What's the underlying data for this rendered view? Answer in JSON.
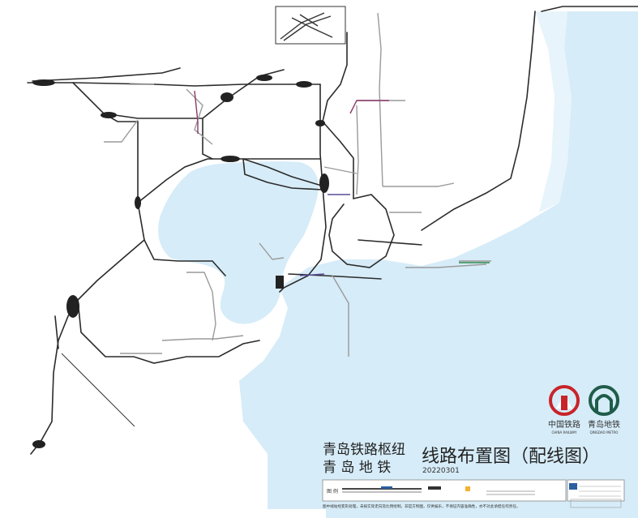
{
  "title": {
    "line1": "青岛铁路枢纽",
    "line2": "青 岛 地 铁",
    "main": "线路布置图（配线图）",
    "date": "20220301"
  },
  "logos": {
    "railway_cn": "中国铁路",
    "railway_en": "CHINA RAILWAY",
    "metro_cn": "青岛地铁",
    "metro_en": "QINGDAO METRO"
  },
  "legend": {
    "label": "图 例",
    "note": "图中线站经变形处理，未按实际走向及比例绘制。非官方制图，仅供娱乐，不保证内容准确性，亦不对此承担任何责任。"
  },
  "colors": {
    "sea": "#d6ecf8",
    "rail": "#2b2b2b",
    "metro_gray": "#9a9a9a",
    "railway_red": "#c8242a",
    "metro_green": "#1f5c4a"
  }
}
